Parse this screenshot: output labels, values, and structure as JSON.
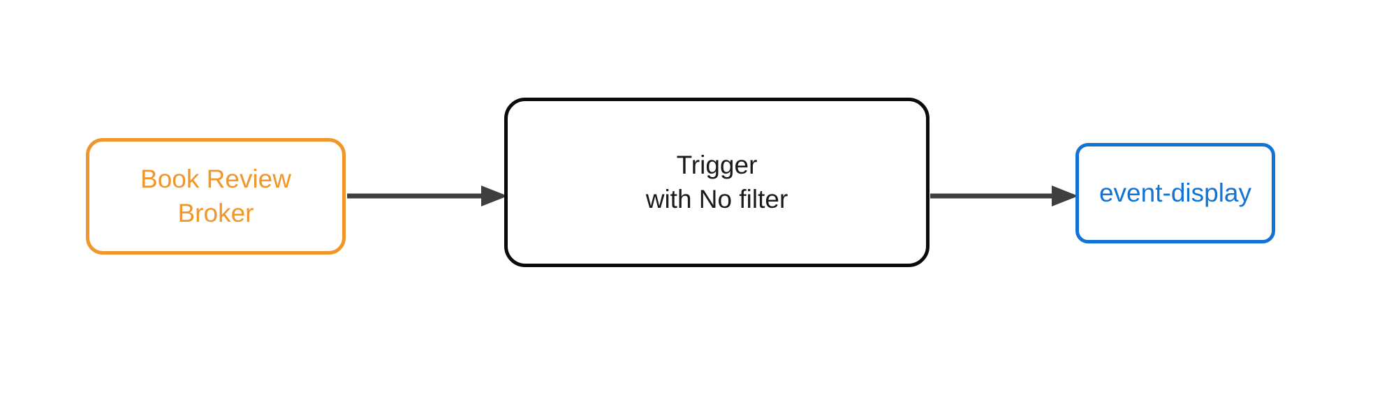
{
  "diagram": {
    "type": "flow",
    "orientation": "left-to-right",
    "background_color": "#ffffff",
    "nodes": [
      {
        "id": "source",
        "label": "Book Review\nBroker",
        "lines": [
          "Book Review",
          "Broker"
        ],
        "shape": "rounded-rectangle",
        "border_color": "#F0962B",
        "text_color": "#F0962B",
        "fill_color": "#ffffff"
      },
      {
        "id": "trigger",
        "label": "Trigger\nwith No filter",
        "lines": [
          "Trigger",
          "with No filter"
        ],
        "shape": "rounded-rectangle",
        "border_color": "#0b0b0b",
        "text_color": "#1a1a1a",
        "fill_color": "#ffffff"
      },
      {
        "id": "sink",
        "label": "event-display",
        "lines": [
          "event-display"
        ],
        "shape": "rounded-rectangle",
        "border_color": "#1273D4",
        "text_color": "#1273D4",
        "fill_color": "#ffffff"
      }
    ],
    "edges": [
      {
        "id": "edge-source-trigger",
        "from": "source",
        "to": "trigger",
        "label": "",
        "color": "#3f3f3f",
        "arrowhead": "filled-triangle"
      },
      {
        "id": "edge-trigger-sink",
        "from": "trigger",
        "to": "sink",
        "label": "",
        "color": "#3f3f3f",
        "arrowhead": "filled-triangle"
      }
    ]
  }
}
